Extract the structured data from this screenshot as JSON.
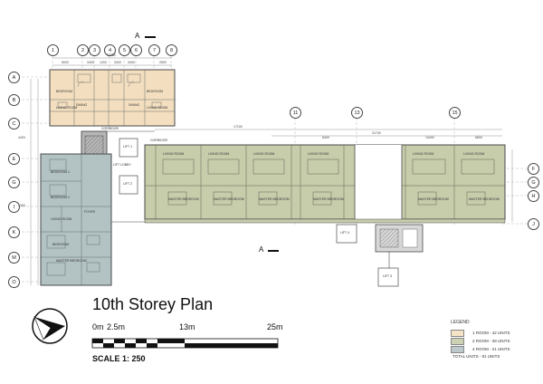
{
  "plan": {
    "title": "10th Storey Plan",
    "scale_text": "SCALE 1: 250",
    "scale_bar": {
      "labels": [
        "0m",
        "2.5m",
        "13m",
        "25m"
      ]
    },
    "section_marker": "A",
    "grid_top": [
      "1",
      "2",
      "3",
      "4",
      "5",
      "6",
      "7",
      "8"
    ],
    "grid_top_right": [
      "11",
      "13",
      "15"
    ],
    "grid_left": [
      "A",
      "B",
      "C",
      "E",
      "G",
      "I",
      "K",
      "M",
      "O"
    ],
    "grid_right": [
      "F",
      "G",
      "H",
      "J"
    ],
    "dims_top": [
      "17350",
      "5000",
      "3400",
      "1200",
      "3400",
      "3400",
      "2500"
    ],
    "dims_right": [
      "17100",
      "8400",
      "21700",
      "13400",
      "6600"
    ],
    "dims_left": [
      "4420",
      "1300"
    ],
    "labels": {
      "corridor": "CORRIDOR",
      "lift_lobby": "LIFT LOBBY",
      "foyer": "FOYER",
      "living_room": "LIVING ROOM",
      "master_bedroom": "MASTER BEDROOM",
      "bedroom": "BEDROOM",
      "bedroom_1": "BEDROOM 1",
      "bedroom_2": "BEDROOM 2",
      "dining": "DINING",
      "lift_1": "LIFT 1",
      "lift_2": "LIFT 2",
      "lift_3": "LIFT 3",
      "lift_4": "LIFT 4"
    },
    "legend": {
      "title": "LEGEND",
      "items": [
        {
          "label": "1 ROOM   -  42 UNITS",
          "color": "#f5e3c6"
        },
        {
          "label": "2 ROOM   -  28 UNITS",
          "color": "#ccd1b4"
        },
        {
          "label": "4 ROOM   -  21 UNITS",
          "color": "#bcc8c9"
        }
      ],
      "total": "TOTAL UNITS     -  91 UNITS"
    },
    "colors": {
      "one_room": "#f3dfbf",
      "two_room": "#c7ccab",
      "four_room": "#b3c3c4",
      "core": "#a7a7a7",
      "wall": "#4a4a4a"
    }
  }
}
